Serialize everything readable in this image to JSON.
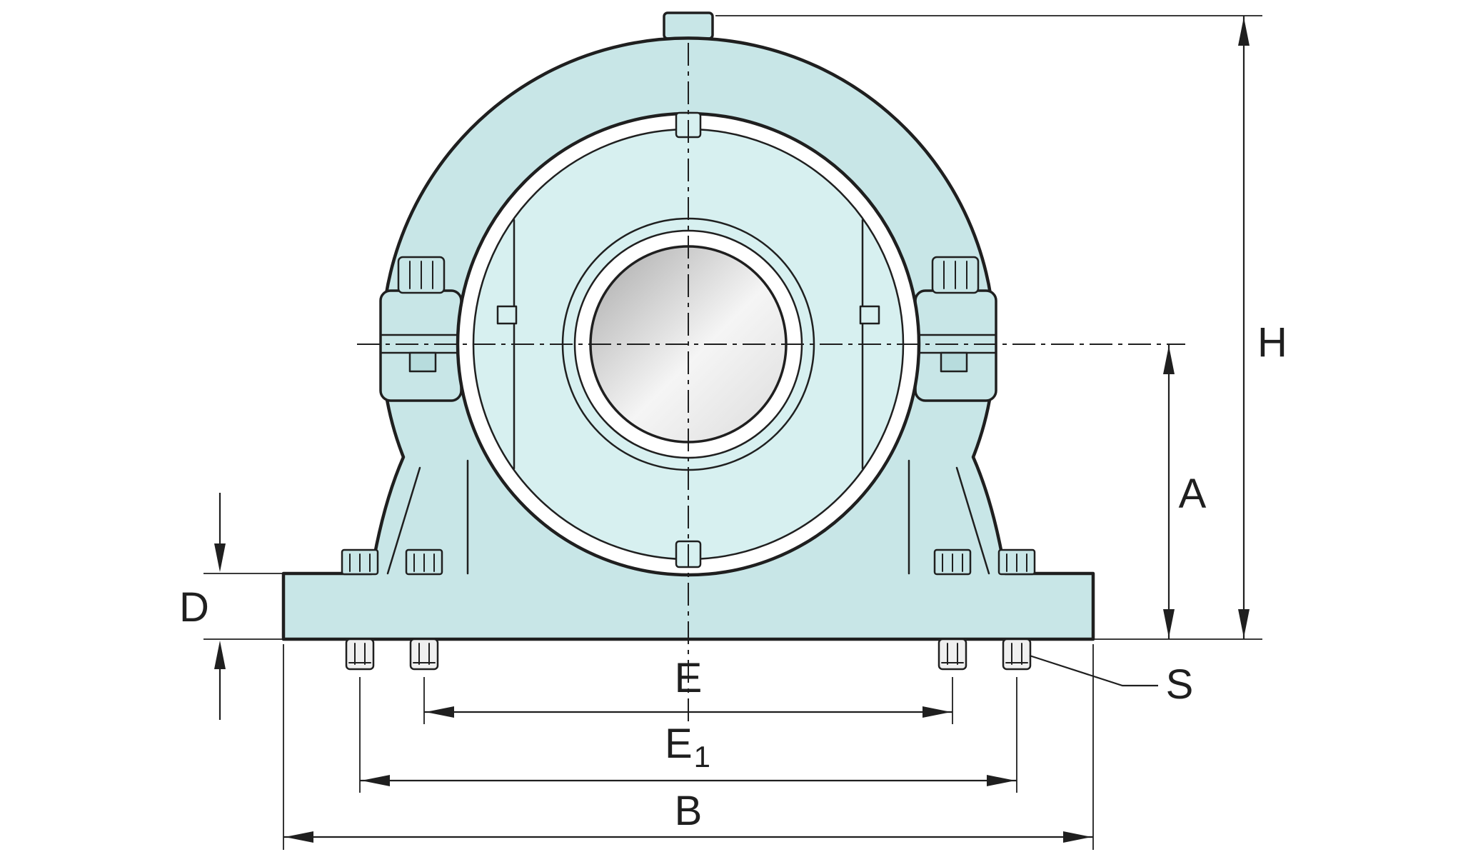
{
  "labels": {
    "h": "H",
    "a": "A",
    "d": "D",
    "e": "E",
    "e1_base": "E",
    "e1_sub": "1",
    "b": "B",
    "s": "S"
  },
  "colors": {
    "background": "#ffffff",
    "housing": "#c8e6e7",
    "housing_light": "#d7f0f0",
    "detail": "#b7dcdd",
    "bolt": "#efefef",
    "line": "#1f1f1f",
    "metal_dark": "#a8a8a8",
    "metal_mid": "#f5f5f5",
    "metal_light": "#dcdcdc"
  }
}
